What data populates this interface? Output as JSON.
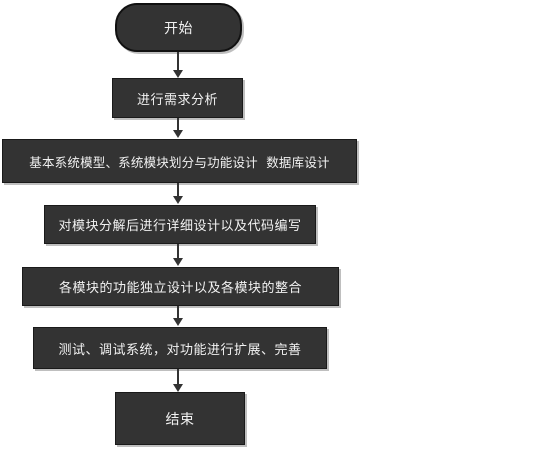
{
  "flowchart": {
    "start": "开始",
    "steps": [
      "进行需求分析",
      "基本系统模型、系统模块划分与功能设计  数据库设计",
      "对模块分解后进行详细设计以及代码编写",
      "各模块的功能独立设计以及各模块的整合",
      "测试、调试系统，对功能进行扩展、完善"
    ],
    "end": "结束"
  }
}
